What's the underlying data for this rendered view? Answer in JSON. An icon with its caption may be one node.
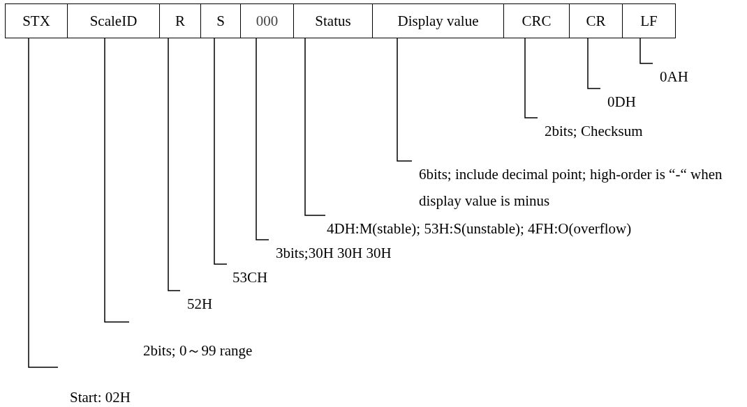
{
  "diagram": {
    "nodes": [
      {
        "text": [
          "STX"
        ]
      },
      {
        "text": [
          "ScaleID"
        ]
      },
      {
        "text": [
          "R"
        ]
      },
      {
        "text": [
          "S"
        ]
      },
      {
        "text": [
          "000"
        ]
      },
      {
        "text": [
          "Status"
        ]
      },
      {
        "text": [
          "Display value"
        ]
      },
      {
        "text": [
          "CRC"
        ]
      },
      {
        "text": [
          "CR"
        ]
      },
      {
        "text": [
          "LF"
        ]
      },
      {
        "text": [
          "0AH"
        ]
      },
      {
        "text": [
          "0DH"
        ]
      },
      {
        "text": [
          "2bits; Checksum"
        ]
      },
      {
        "text": [
          "6bits; include decimal point; high-order is “-“ when display value is minus"
        ]
      },
      {
        "text": [
          "4DH:M(stable); 53H:S(unstable); 4FH:O(overflow)"
        ]
      },
      {
        "text": [
          "3bits;30H 30H 30H"
        ]
      },
      {
        "text": [
          "53CH"
        ]
      },
      {
        "text": [
          "52H"
        ]
      },
      {
        "text": [
          "2bits; 0～99 range"
        ]
      },
      {
        "text": [
          "Start: 02H"
        ]
      }
    ],
    "edges": [
      {
        "from": 0,
        "to": 19,
        "arrow": "none"
      },
      {
        "from": 1,
        "to": 18,
        "arrow": "none"
      },
      {
        "from": 2,
        "to": 17,
        "arrow": "none"
      },
      {
        "from": 3,
        "to": 16,
        "arrow": "none"
      },
      {
        "from": 4,
        "to": 15,
        "arrow": "none"
      },
      {
        "from": 5,
        "to": 14,
        "arrow": "none"
      },
      {
        "from": 6,
        "to": 13,
        "arrow": "none"
      },
      {
        "from": 7,
        "to": 12,
        "arrow": "none"
      },
      {
        "from": 8,
        "to": 11,
        "arrow": "none"
      },
      {
        "from": 9,
        "to": 10,
        "arrow": "none"
      }
    ]
  }
}
